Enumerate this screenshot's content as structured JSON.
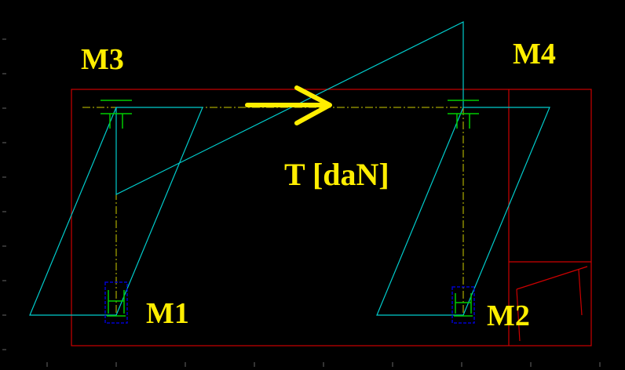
{
  "labels": {
    "m3": "M3",
    "m4": "M4",
    "m1": "M1",
    "m2": "M2",
    "force": "T [daN]"
  },
  "colors": {
    "background": "#000000",
    "frame": "#cc0000",
    "diagram": "#00cccc",
    "support": "#00cc00",
    "base": "#0000cc",
    "axis": "#cccc00",
    "arrow": "#ffee00",
    "label": "#ffee00",
    "ruler": "#666666"
  }
}
